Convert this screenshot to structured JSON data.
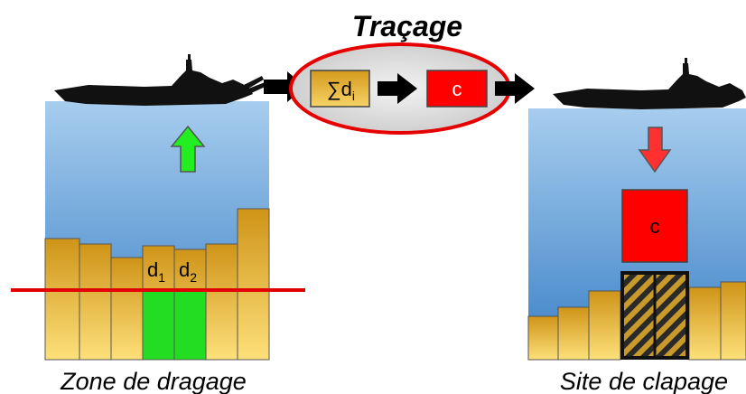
{
  "title": "Traçage",
  "process": {
    "sum_label": "∑d",
    "sum_subscript": "i",
    "result_label": "c"
  },
  "dredging_zone": {
    "caption": "Zone de dragage",
    "sample_1_label": "d",
    "sample_1_subscript": "1",
    "sample_2_label": "d",
    "sample_2_subscript": "2"
  },
  "disposal_site": {
    "caption": "Site de clapage",
    "deposit_label": "c"
  },
  "colors": {
    "sediment": "#e0a520",
    "water_top": "#9cc3e8",
    "water_bottom": "#3b82c8",
    "contaminant": "#ff0000",
    "sample": "#22dd22",
    "line": "#e00000",
    "highlight": "#e0e0e0"
  }
}
